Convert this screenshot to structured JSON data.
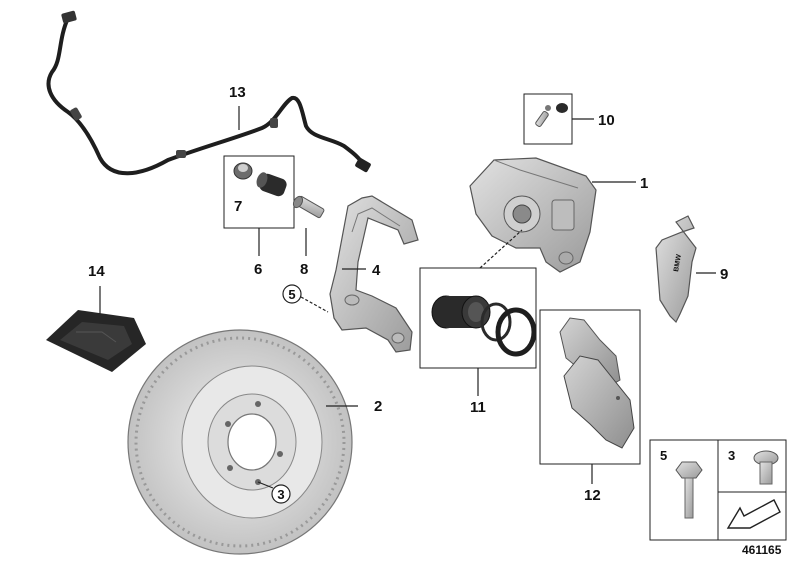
{
  "diagram": {
    "callouts": [
      {
        "id": "c1",
        "text": "1"
      },
      {
        "id": "c2",
        "text": "2"
      },
      {
        "id": "c3",
        "text": "3"
      },
      {
        "id": "c4",
        "text": "4"
      },
      {
        "id": "c5",
        "text": "5"
      },
      {
        "id": "c6",
        "text": "6"
      },
      {
        "id": "c7",
        "text": "7"
      },
      {
        "id": "c8",
        "text": "8"
      },
      {
        "id": "c9",
        "text": "9"
      },
      {
        "id": "c10",
        "text": "10"
      },
      {
        "id": "c11",
        "text": "11"
      },
      {
        "id": "c12",
        "text": "12"
      },
      {
        "id": "c13",
        "text": "13"
      },
      {
        "id": "c14",
        "text": "14"
      }
    ],
    "legend": {
      "bolt_label": "5",
      "screw_label": "3"
    },
    "reference_number": "461165",
    "brand_mark": "BMW"
  }
}
